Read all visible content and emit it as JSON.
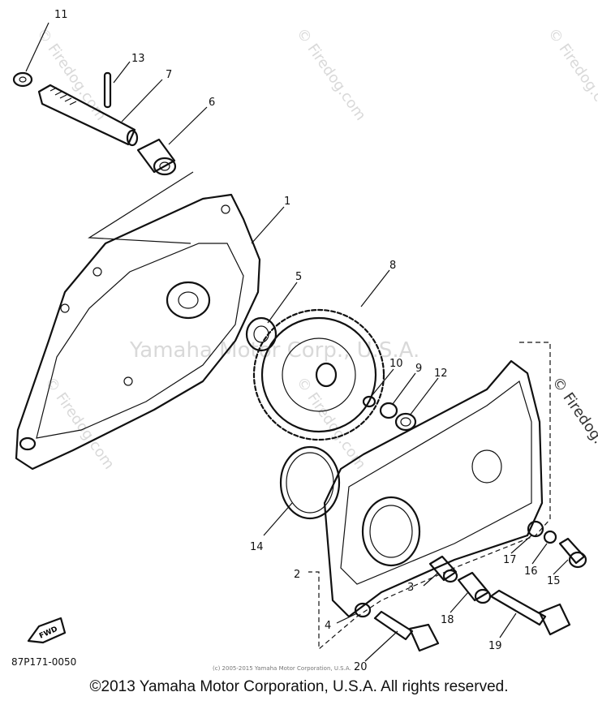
{
  "diagram": {
    "figure_code": "87P171-0050",
    "copyright_small": "(c) 2005-2015 Yamaha Motor Corporation, U.S.A.",
    "copyright_footer": "©2013 Yamaha Motor Corporation, U.S.A. All rights reserved.",
    "fwd_label": "FWD",
    "watermarks": {
      "firedog": "© Firedog.com",
      "yamaha": "Yamaha Motor Corp., U.S.A."
    },
    "callouts": [
      "11",
      "13",
      "7",
      "6",
      "1",
      "5",
      "8",
      "10",
      "9",
      "12",
      "14",
      "2",
      "3",
      "4",
      "18",
      "17",
      "16",
      "15",
      "19",
      "20"
    ]
  }
}
